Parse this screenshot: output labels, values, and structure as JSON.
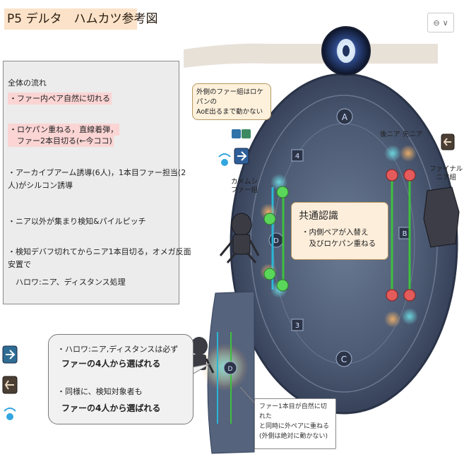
{
  "title": "P5 デルタ　ハムカツ参考図",
  "link_control": {
    "icon": "link-icon",
    "chevron": "chevron-down-icon"
  },
  "flow": {
    "heading": "全体の流れ",
    "items": [
      "・ファー内ペア自然に切れる",
      "・ロケパン重ねる，直線着弾，",
      "　ファー2本目切る(←今ココ)",
      "・アーカイブアーム誘導(6人)，1本目ファー担当(2",
      "人)がシルコン誘導",
      "・ニア以外が集まり検知&パイルピッチ",
      "・検知デバフ切れてからニア1本目切る，オメガ反面",
      "安置で",
      "　ハロワ:ニア、ディスタンス処理"
    ]
  },
  "note_outer_far": "外側のファー組はロケパンの\nAoE出るまで動かない",
  "labels": {
    "camera_far": "カメムシ\nファー組",
    "rear_near": "後ニア",
    "front_near": "先ニア",
    "final_near": "ファイナル\nニア組"
  },
  "common": {
    "heading": "共通認識",
    "lines": [
      "・内側ペアが入替え",
      "　及びロケパン重ねる"
    ]
  },
  "bubble": {
    "line1": "・ハロワ:ニア,ディスタンスは必ず",
    "line2": "ファーの4人から選ばれる",
    "line3": "・同様に、検知対象者も",
    "line4": "ファーの4人から選ばれる"
  },
  "note_bottom": "ファー1本目が自然に切れた\nと同時に外ペアに重ねる\n(外側は絶対に動かない)",
  "colors": {
    "title_bg": "#fbe2c8",
    "highlight": "#fbd4d4",
    "arena": "#4c5a73",
    "tether_cyan": "#29b6d6",
    "tether_green": "#3fbf3f"
  },
  "icons": [
    "eye-icon",
    "party-marker-icon",
    "hello-world-icon",
    "debuff-icon"
  ]
}
